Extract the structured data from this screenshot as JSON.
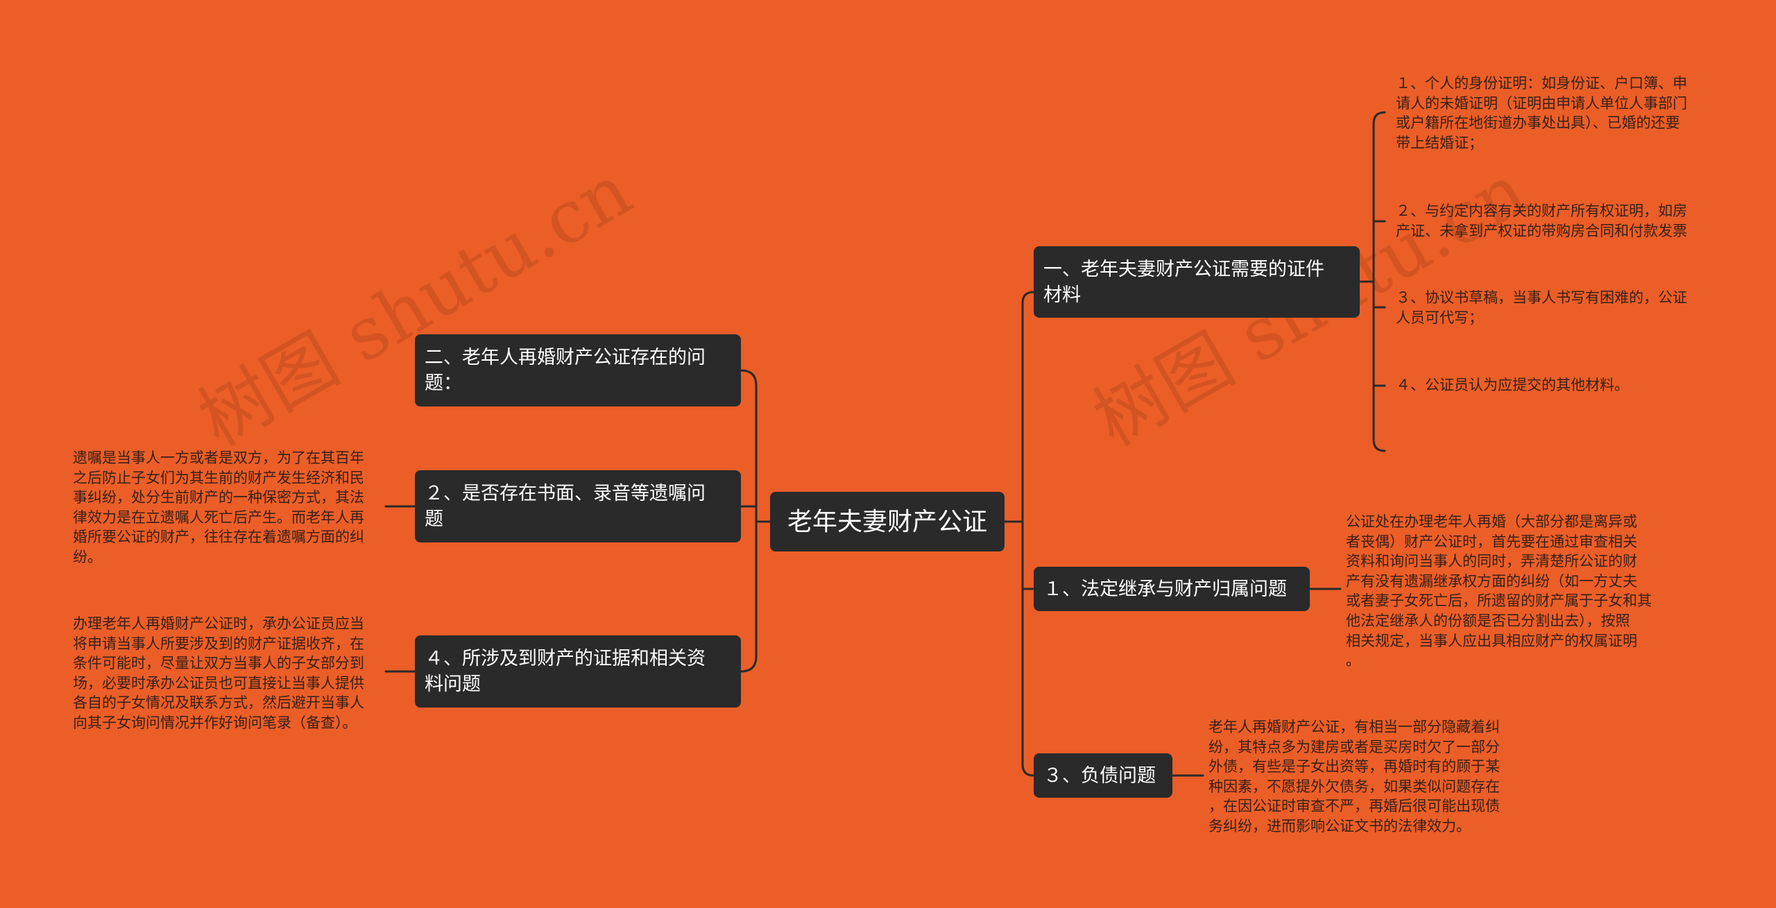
{
  "root": "老年夫妻财产公证",
  "right_branches": [
    {
      "label": "一、老年夫妻财产公证需要的证件\n材料",
      "children": [
        "１、个人的身份证明：如身份证、户口簿、申\n请人的未婚证明（证明由申请人单位人事部门\n或户籍所在地街道办事处出具）、已婚的还要\n带上结婚证；",
        "２、与约定内容有关的财产所有权证明，如房\n产证、未拿到产权证的带购房合同和付款发票",
        "３、协议书草稿，当事人书写有困难的，公证\n人员可代写；",
        "４、公证员认为应提交的其他材料。"
      ]
    },
    {
      "label": "１、法定继承与财产归属问题",
      "children": [
        "公证处在办理老年人再婚（大部分都是离异或\n者丧偶）财产公证时，首先要在通过审查相关\n资料和询问当事人的同时，弄清楚所公证的财\n产有没有遗漏继承权方面的纠纷（如一方丈夫\n或者妻子女死亡后，所遗留的财产属于子女和其\n他法定继承人的份额是否已分割出去），按照\n相关规定，当事人应出具相应财产的权属证明\n。"
      ]
    },
    {
      "label": "３、负债问题",
      "children": [
        "老年人再婚财产公证，有相当一部分隐藏着纠\n纷，其特点多为建房或者是买房时欠了一部分\n外债，有些是子女出资等，再婚时有的顾于某\n种因素，不愿提外欠债务，如果类似问题存在\n，在因公证时审查不严，再婚后很可能出现债\n务纠纷，进而影响公证文书的法律效力。"
      ]
    }
  ],
  "left_branches": [
    {
      "label": "二、老年人再婚财产公证存在的问\n题：",
      "children": []
    },
    {
      "label": "２、是否存在书面、录音等遗嘱问\n题",
      "children": [
        "遗嘱是当事人一方或者是双方，为了在其百年\n之后防止子女们为其生前的财产发生经济和民\n事纠纷，处分生前财产的一种保密方式，其法\n律效力是在立遗嘱人死亡后产生。而老年人再\n婚所要公证的财产，往往存在着遗嘱方面的纠\n纷。"
      ]
    },
    {
      "label": "４、所涉及到财产的证据和相关资\n料问题",
      "children": [
        "办理老年人再婚财产公证时，承办公证员应当\n将申请当事人所要涉及到的财产证据收齐，在\n条件可能时，尽量让双方当事人的子女部分到\n场，必要时承办公证员也可直接让当事人提供\n各自的子女情况及联系方式，然后避开当事人\n向其子女询问情况并作好询问笔录（备查）。"
      ]
    }
  ],
  "watermarks": [
    "树图 shutu.cn",
    "树图 shutu.cn"
  ],
  "colors": {
    "background": "#eb5e28",
    "node_fill": "#2a2a2a",
    "node_text": "#ffffff",
    "leaf_text": "#3a2016",
    "line": "#2a2a2a"
  }
}
